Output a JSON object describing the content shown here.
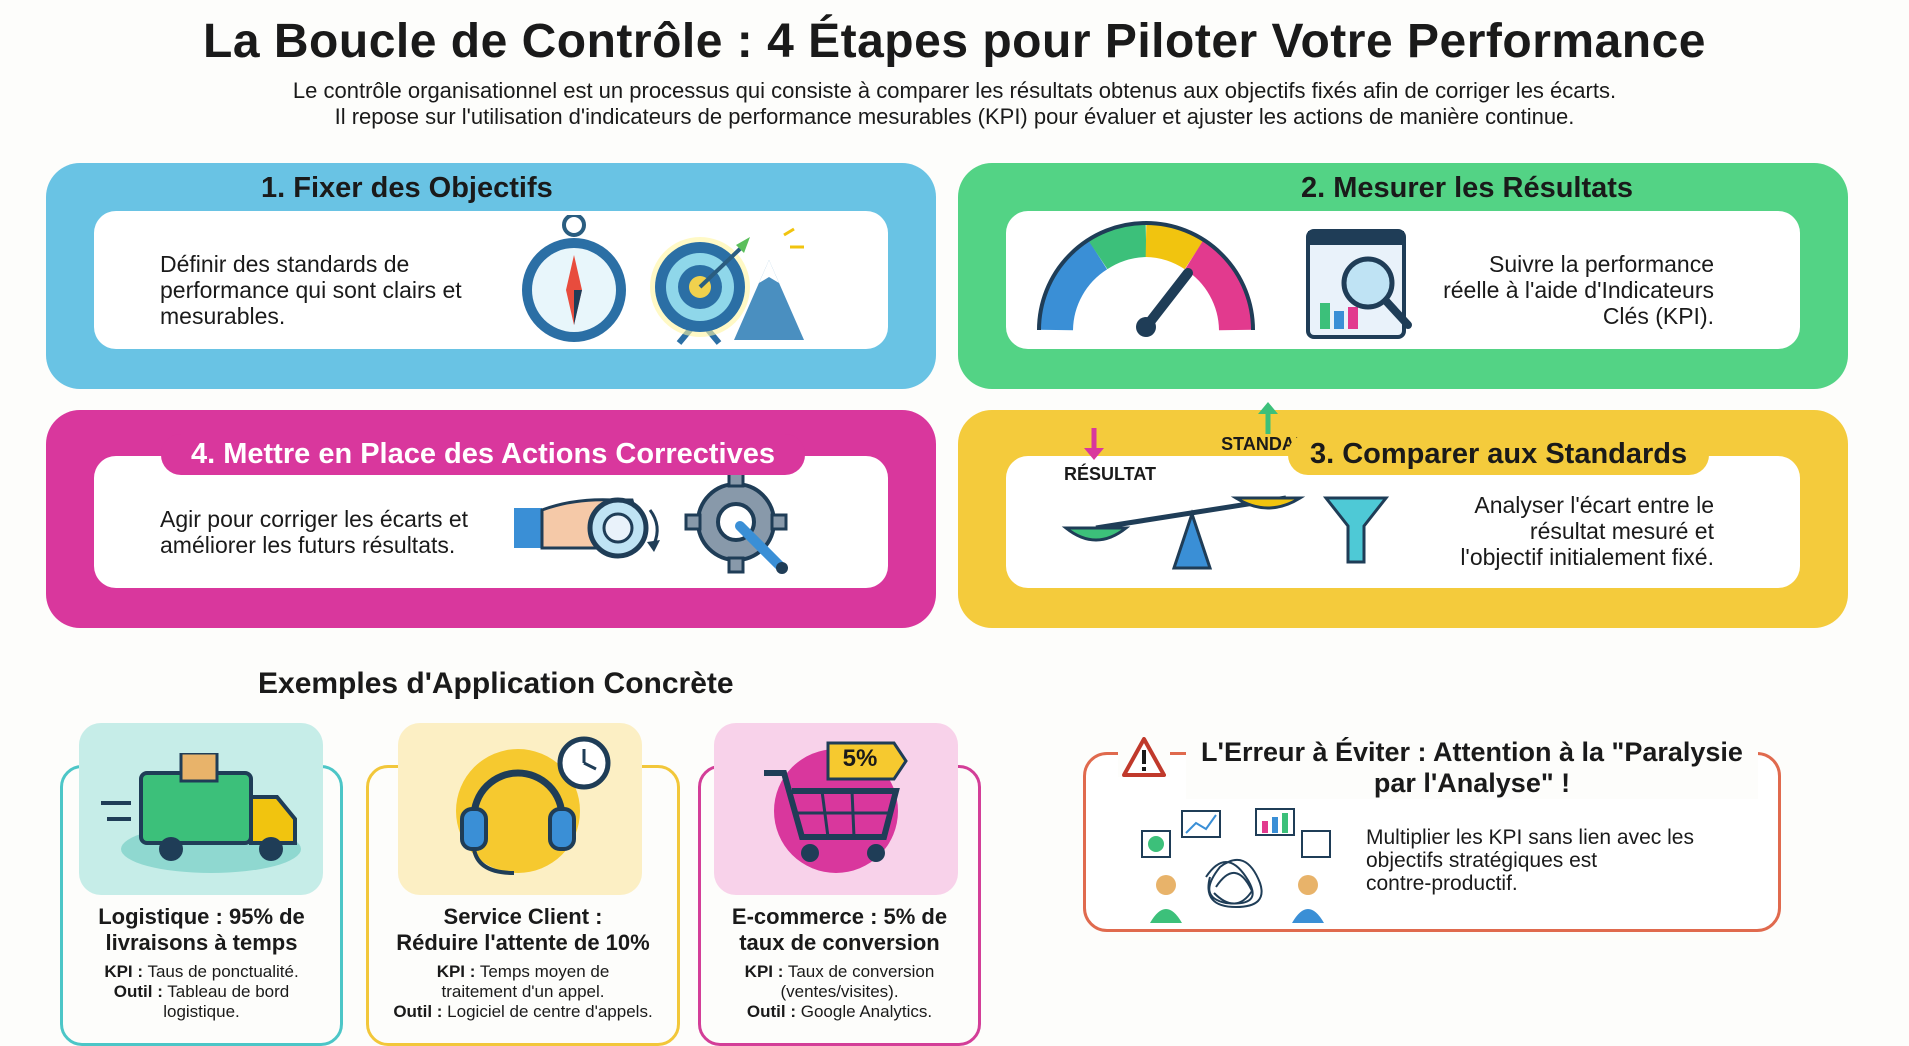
{
  "header": {
    "title": "La Boucle de Contrôle : 4 Étapes pour Piloter Votre Performance",
    "subtitle_line1": "Le contrôle organisationnel est un processus qui consiste à comparer les résultats obtenus aux objectifs fixés afin de corriger les écarts.",
    "subtitle_line2": "Il repose sur l'utilisation d'indicateurs de performance mesurables (KPI) pour évaluer et ajuster les actions de manière continue."
  },
  "steps": {
    "step1": {
      "title": "1. Fixer des Objectifs",
      "desc": [
        "Définir des standards de",
        "performance qui sont clairs et",
        "mesurables."
      ],
      "color": "#69c3e4"
    },
    "step2": {
      "title": "2. Mesurer les Résultats",
      "desc": [
        "Suivre la performance",
        "réelle à l'aide d'Indicateurs",
        "Clés (KPI)."
      ],
      "color": "#53d385"
    },
    "step3": {
      "title": "3. Comparer aux Standards",
      "desc": [
        "Analyser l'écart entre le",
        "résultat mesuré et",
        "l'objectif initialement fixé."
      ],
      "labels": {
        "result": "RÉSULTAT",
        "standard": "STANDARD"
      },
      "color": "#f4cb3c"
    },
    "step4": {
      "title": "4. Mettre en Place des Actions Correctives",
      "desc": [
        "Agir pour corriger les écarts et",
        "améliorer les futurs résultats."
      ],
      "color": "#d9379d"
    }
  },
  "examples": {
    "title": "Exemples d'Application Concrète",
    "cards": [
      {
        "title": [
          "Logistique : 95% de",
          "livraisons à temps"
        ],
        "kpi_label": "KPI :",
        "kpi": "Taus de ponctualité.",
        "tool_label": "Outil :",
        "tool": [
          "Tableau de bord",
          "logistique."
        ],
        "icon": "delivery-truck-icon"
      },
      {
        "title": [
          "Service Client :",
          "Réduire l'attente de 10%"
        ],
        "kpi_label": "KPI :",
        "kpi": [
          "Temps moyen de",
          "traitement d'un appel."
        ],
        "tool_label": "Outil :",
        "tool": "Logiciel de centre d'appels.",
        "icon": "headset-icon"
      },
      {
        "title": [
          "E-commerce : 5% de",
          "taux de conversion"
        ],
        "kpi_label": "KPI :",
        "kpi": [
          "Taux de conversion",
          "(ventes/visites)."
        ],
        "tool_label": "Outil :",
        "tool": "Google Analytics.",
        "badge": "5%",
        "icon": "shopping-cart-icon"
      }
    ]
  },
  "warning": {
    "title_line1": "L'Erreur à Éviter : Attention à la \"Paralysie",
    "title_line2": "par l'Analyse\" !",
    "desc": [
      "Multiplier les KPI sans lien avec les",
      "objectifs stratégiques est",
      "contre-productif."
    ],
    "color": "#e06a4e"
  }
}
